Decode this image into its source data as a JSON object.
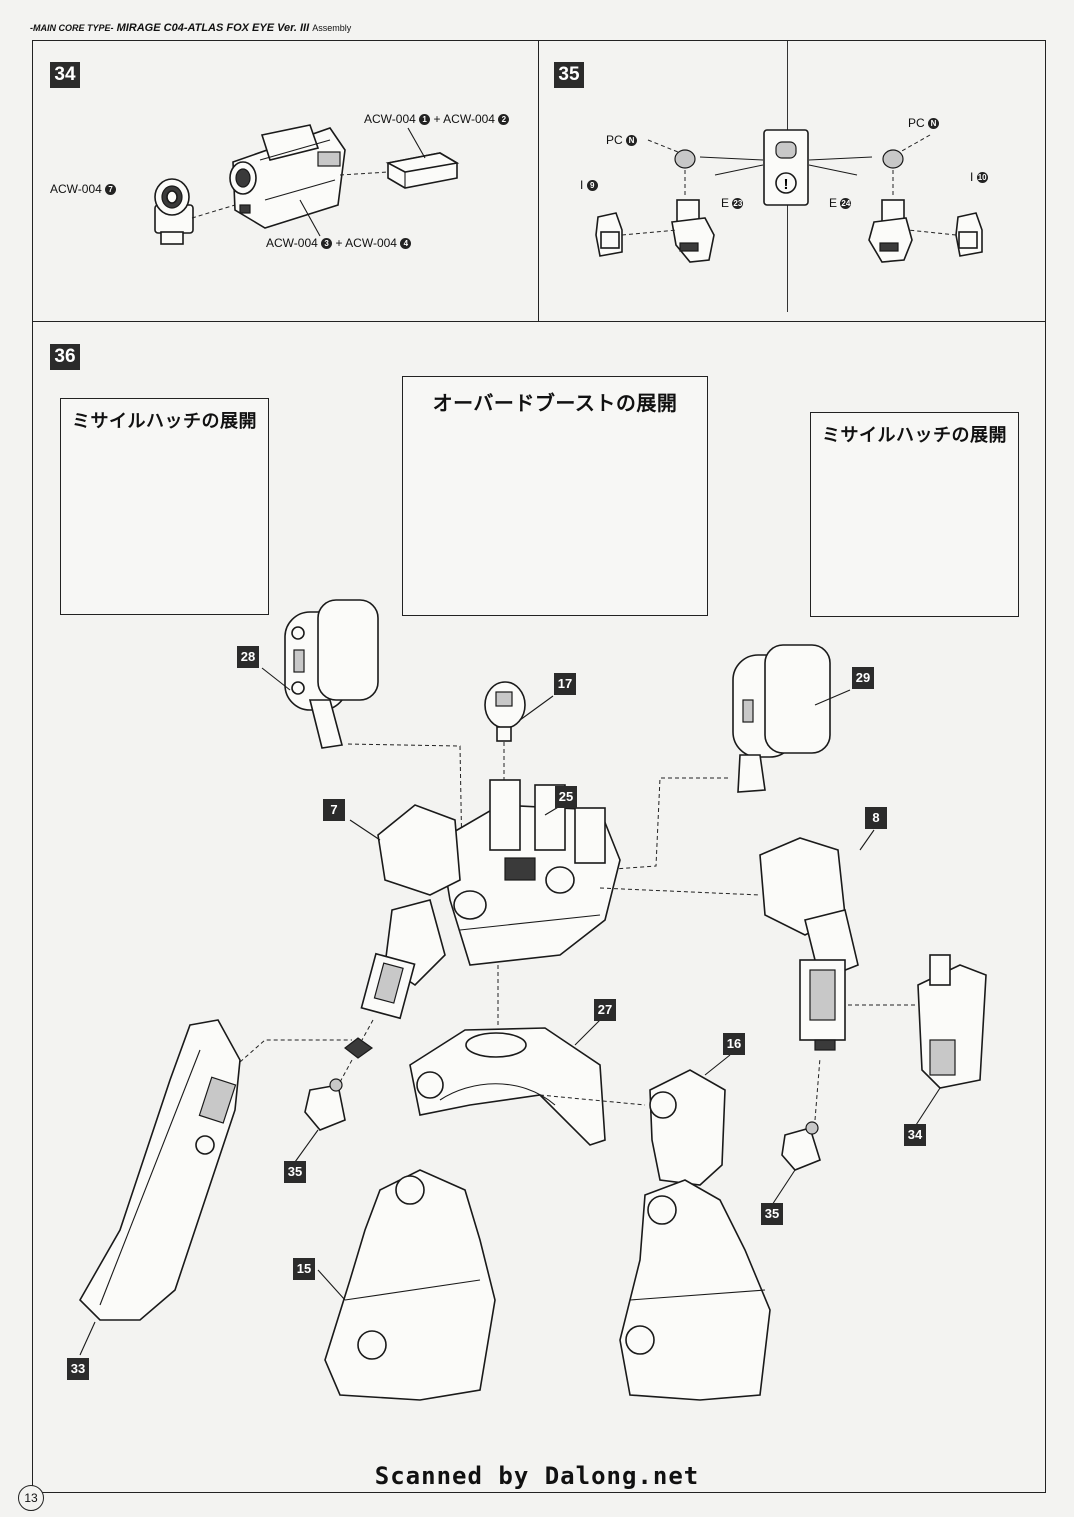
{
  "header": {
    "prefix": "-MAIN CORE TYPE-",
    "title": "MIRAGE C04-ATLAS FOX EYE Ver. ",
    "version_mark": "III",
    "suffix": "Assembly"
  },
  "steps": {
    "s34": {
      "number": "34",
      "labels": {
        "top_a": "ACW-004",
        "top_a_num": "1",
        "top_b": "+ ACW-004",
        "top_b_num": "2",
        "left": "ACW-004",
        "left_num": "7",
        "bottom_a": "ACW-004",
        "bottom_a_num": "3",
        "bottom_b": "+ ACW-004",
        "bottom_b_num": "4"
      }
    },
    "s35": {
      "number": "35",
      "left": {
        "pc": "PC",
        "pc_code": "N",
        "i": "I",
        "i_num": "9",
        "e": "E",
        "e_num": "23"
      },
      "right": {
        "pc": "PC",
        "pc_code": "N",
        "i": "I",
        "i_num": "10",
        "e": "E",
        "e_num": "24"
      }
    },
    "s36": {
      "number": "36",
      "inset_left_title": "ミサイルハッチの展開",
      "inset_center_title": "オーバードブーストの展開",
      "inset_right_title": "ミサイルハッチの展開",
      "part_tags": {
        "p28": "28",
        "p17": "17",
        "p29": "29",
        "p7": "7",
        "p25": "25",
        "p8": "8",
        "p27": "27",
        "p16": "16",
        "p34": "34",
        "p35a": "35",
        "p35b": "35",
        "p15": "15",
        "p33": "33"
      }
    }
  },
  "footer": {
    "credit": "Scanned by Dalong.net",
    "page_number": "13"
  }
}
